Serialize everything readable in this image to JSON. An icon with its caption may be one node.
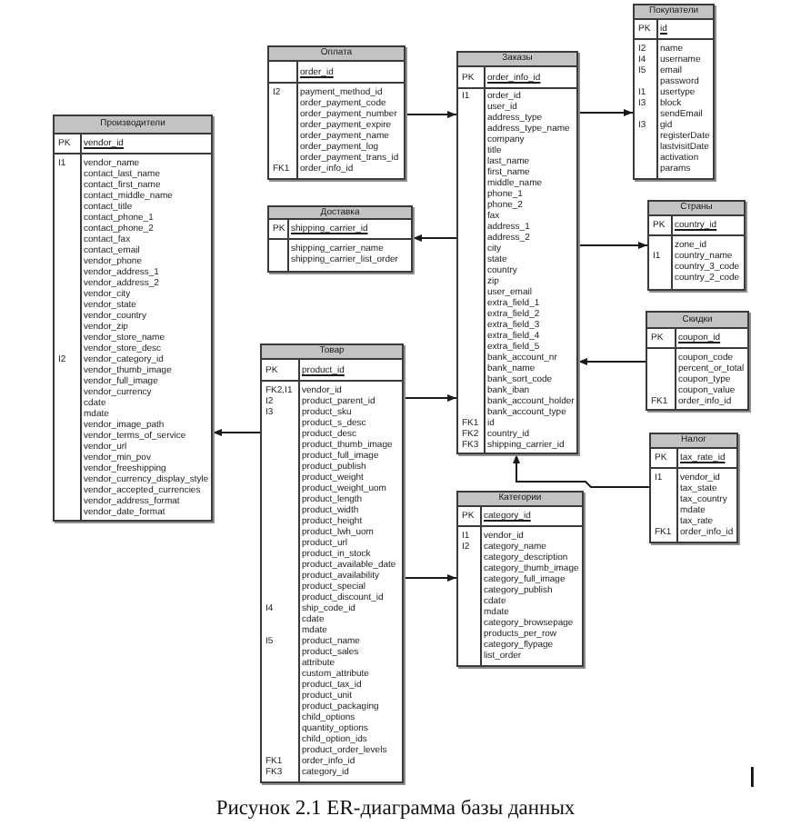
{
  "diagram": {
    "caption": "Рисунок 2.1 ER-диаграмма базы данных",
    "nodes": [
      {
        "text": [
          "Производители",
          "PK",
          "vendor_id",
          "I1",
          "I2",
          "vendor_name contact_last_name contact_first_name contact_middle_name contact_title contact_phone_1 contact_phone_2 contact_fax contact_email vendor_phone vendor_address_1 vendor_address_2 vendor_city vendor_state vendor_country vendor_zip vendor_store_name vendor_store_desc vendor_category_id vendor_thumb_image vendor_full_image vendor_currency cdate mdate vendor_image_path vendor_terms_of_service vendor_url vendor_min_pov vendor_freeshipping vendor_currency_display_style vendor_accepted_currencies vendor_address_format vendor_date_format"
        ]
      },
      {
        "text": [
          "Оплата",
          "order_id",
          "I2",
          "FK1",
          "payment_method_id order_payment_code order_payment_number order_payment_expire order_payment_name order_payment_log order_payment_trans_id order_info_id"
        ]
      },
      {
        "text": [
          "Доставка",
          "PK",
          "shipping_carrier_id",
          "shipping_carrier_name shipping_carrier_list_order"
        ]
      },
      {
        "text": [
          "Товар",
          "PK",
          "product_id",
          "FK2,I1",
          "I2",
          "I3",
          "I4",
          "I5",
          "FK1",
          "FK3",
          "vendor_id product_parent_id product_sku product_s_desc product_desc product_thumb_image product_full_image product_publish product_weight product_weight_uom product_length product_width product_height product_lwh_uom product_url product_in_stock product_available_date product_availability product_special product_discount_id ship_code_id cdate mdate product_name product_sales attribute custom_attribute product_tax_id product_unit product_packaging child_options quantity_options child_option_ids product_order_levels order_info_id category_id"
        ]
      },
      {
        "text": [
          "Заказы",
          "PK",
          "order_info_id",
          "I1",
          "FK1",
          "FK2",
          "FK3",
          "order_id user_id address_type address_type_name company title last_name first_name middle_name phone_1 phone_2 fax address_1 address_2 city state country zip user_email extra_field_1 extra_field_2 extra_field_3 extra_field_4 extra_field_5 bank_account_nr bank_name bank_sort_code bank_iban bank_account_holder bank_account_type id country_id shipping_carrier_id"
        ]
      },
      {
        "text": [
          "Категории",
          "PK",
          "category_id",
          "I1",
          "I2",
          "vendor_id category_name category_description category_thumb_image category_full_image category_publish cdate mdate category_browsepage products_per_row category_flypage list_order"
        ]
      },
      {
        "text": [
          "Покупатели",
          "PK",
          "id",
          "I2",
          "I4",
          "I5",
          "I1",
          "I3",
          "I3",
          "name username email password usertype block sendEmail gid registerDate lastvisitDate activation params"
        ]
      },
      {
        "text": [
          "Страны",
          "PK",
          "country_id",
          "I1",
          "zone_id country_name country_3_code country_2_code"
        ]
      },
      {
        "text": [
          "Скидки",
          "PK",
          "coupon_id",
          "FK1",
          "coupon_code percent_or_total coupon_type coupon_value order_info_id"
        ]
      },
      {
        "text": [
          "Налог",
          "PK",
          "tax_rate_id",
          "I1",
          "FK1",
          "vendor_id tax_state tax_country mdate tax_rate order_info_id"
        ]
      }
    ],
    "edges": [
      {
        "from": 1,
        "to": 4,
        "arrow": "to"
      },
      {
        "from": 4,
        "to": 2,
        "arrow": "to"
      },
      {
        "from": 4,
        "to": 6,
        "arrow": "to"
      },
      {
        "from": 4,
        "to": 7,
        "arrow": "to"
      },
      {
        "from": 8,
        "to": 4,
        "arrow": "to"
      },
      {
        "from": 3,
        "to": 4,
        "arrow": "to"
      },
      {
        "from": 3,
        "to": 5,
        "arrow": "to"
      },
      {
        "from": 3,
        "to": 0,
        "arrow": "to"
      },
      {
        "from": 9,
        "to": 4,
        "arrow": "to"
      }
    ]
  }
}
